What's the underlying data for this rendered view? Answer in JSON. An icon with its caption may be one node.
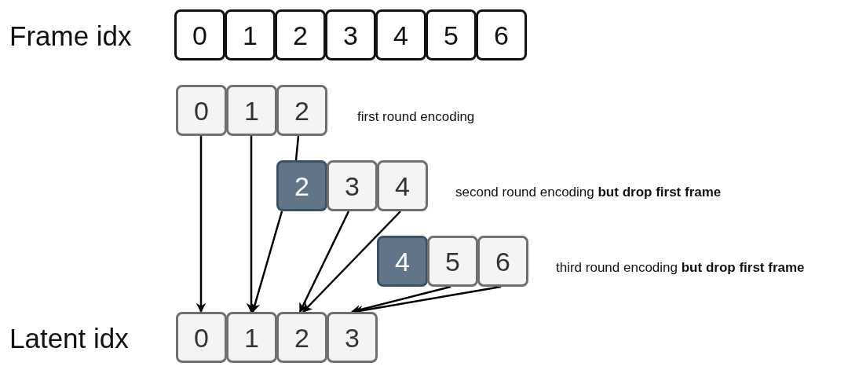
{
  "diagram": {
    "nodes": [
      {
        "text": [
          "0"
        ]
      },
      {
        "text": [
          "1"
        ]
      },
      {
        "text": [
          "2"
        ]
      },
      {
        "text": [
          "3"
        ]
      },
      {
        "text": [
          "4"
        ]
      },
      {
        "text": [
          "5"
        ]
      },
      {
        "text": [
          "6"
        ]
      },
      {
        "text": [
          "0"
        ]
      },
      {
        "text": [
          "1"
        ]
      },
      {
        "text": [
          "2"
        ]
      },
      {
        "text": [
          "2"
        ]
      },
      {
        "text": [
          "3"
        ]
      },
      {
        "text": [
          "4"
        ]
      },
      {
        "text": [
          "4"
        ]
      },
      {
        "text": [
          "5"
        ]
      },
      {
        "text": [
          "6"
        ]
      },
      {
        "text": [
          "0"
        ]
      },
      {
        "text": [
          "1"
        ]
      },
      {
        "text": [
          "2"
        ]
      },
      {
        "text": [
          "3"
        ]
      }
    ],
    "edges": [
      {
        "from": 7,
        "to": 16,
        "arrow": "to"
      },
      {
        "from": 8,
        "to": 17,
        "arrow": "to"
      },
      {
        "from": 9,
        "to": 10,
        "arrow": "none"
      },
      {
        "from": 10,
        "to": 17,
        "arrow": "to"
      },
      {
        "from": 11,
        "to": 18,
        "arrow": "to"
      },
      {
        "from": 12,
        "to": 18,
        "arrow": "to"
      },
      {
        "from": 14,
        "to": 19,
        "arrow": "to"
      },
      {
        "from": 15,
        "to": 19,
        "arrow": "to"
      }
    ],
    "labels": [
      "Frame idx",
      "first round encoding",
      "second round encoding **but drop first frame**",
      "third round encoding **but drop first frame**",
      "Latent idx"
    ]
  }
}
